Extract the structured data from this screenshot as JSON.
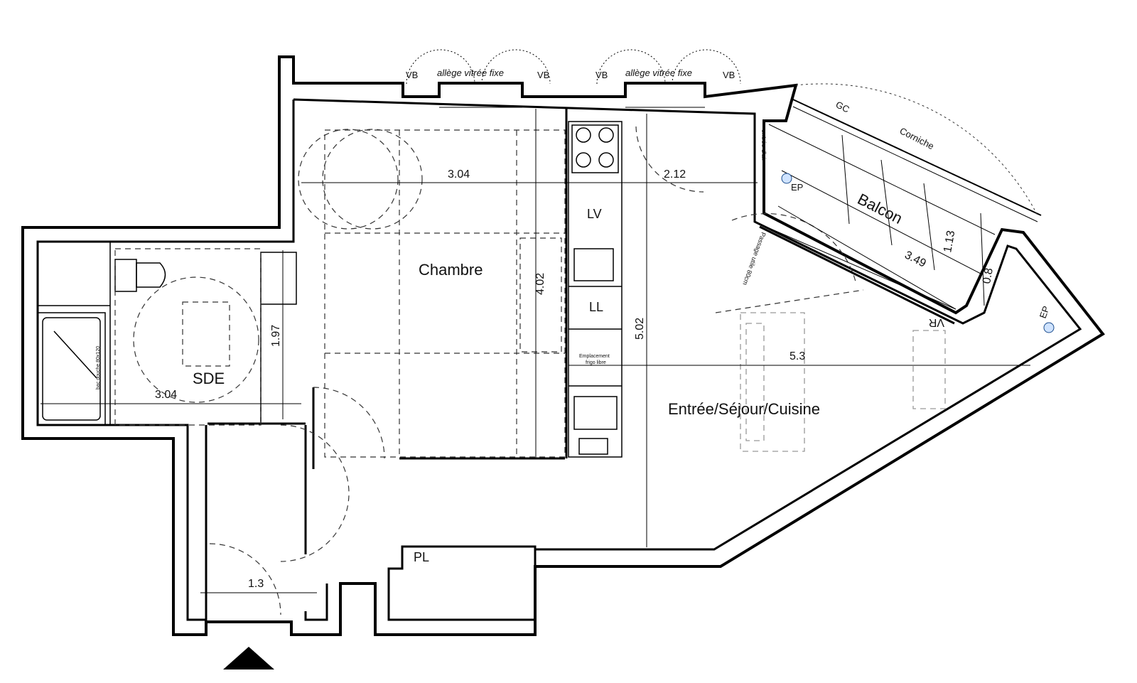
{
  "rooms": {
    "chambre": "Chambre",
    "sejour": "Entrée/Séjour/Cuisine",
    "sde": "SDE",
    "balcon": "Balcon"
  },
  "fixtures": {
    "lv": "LV",
    "ll": "LL",
    "pl": "PL",
    "vr": "VR",
    "ep": "EP",
    "vb": "VB",
    "gc": "GC",
    "corniche": "Corniche",
    "allege": "allège vitrée fixe",
    "entree_air": "entrée d'air",
    "passage": "Passage utile 80cm",
    "emplacement_frigo_1": "Emplacement",
    "emplacement_frigo_2": "frigo libre",
    "bac_douche": "bac douche 80x120"
  },
  "dimensions": {
    "chambre_width": "3.04",
    "sejour_width": "2.12",
    "chambre_length": "4.02",
    "sejour_length": "5.02",
    "diagonal": "5.3",
    "sde_width": "3.04",
    "sde_depth": "1.97",
    "entry_width": "1.3",
    "balcon_length": "3.49",
    "balcon_depth": "1.13",
    "balcon_small": "0.8"
  }
}
